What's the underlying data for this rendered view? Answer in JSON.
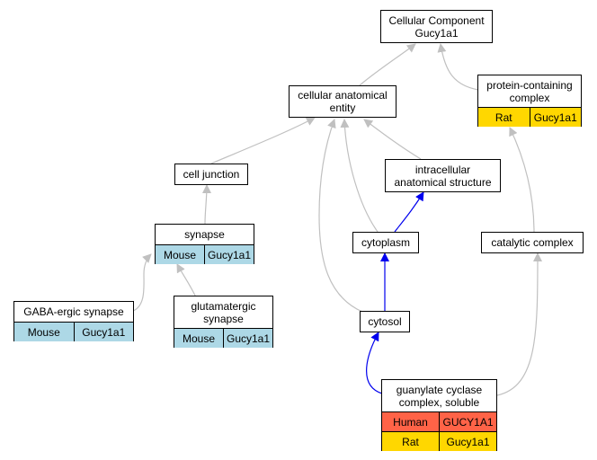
{
  "colors": {
    "gray_edge": "#c0c0c0",
    "blue_edge": "#0000ee",
    "mouse": "#add8e6",
    "rat": "#ffd700",
    "human": "#ff6347"
  },
  "nodes": {
    "cellular_component": {
      "label": "Cellular Component\nGucy1a1"
    },
    "cellular_anatomical_entity": {
      "label": "cellular anatomical\nentity"
    },
    "protein_containing_complex": {
      "label": "protein-containing\ncomplex",
      "rows": [
        {
          "species": "Rat",
          "gene": "Gucy1a1",
          "color": "#ffd700"
        }
      ]
    },
    "cell_junction": {
      "label": "cell junction"
    },
    "intracellular_anatomical_structure": {
      "label": "intracellular\nanatomical structure"
    },
    "synapse": {
      "label": "synapse",
      "rows": [
        {
          "species": "Mouse",
          "gene": "Gucy1a1",
          "color": "#add8e6"
        }
      ]
    },
    "cytoplasm": {
      "label": "cytoplasm"
    },
    "catalytic_complex": {
      "label": "catalytic complex"
    },
    "gaba_ergic_synapse": {
      "label": "GABA-ergic synapse",
      "rows": [
        {
          "species": "Mouse",
          "gene": "Gucy1a1",
          "color": "#add8e6"
        }
      ]
    },
    "glutamatergic_synapse": {
      "label": "glutamatergic\nsynapse",
      "rows": [
        {
          "species": "Mouse",
          "gene": "Gucy1a1",
          "color": "#add8e6"
        }
      ]
    },
    "cytosol": {
      "label": "cytosol"
    },
    "guanylate_cyclase_complex": {
      "label": "guanylate cyclase\ncomplex, soluble",
      "rows": [
        {
          "species": "Human",
          "gene": "GUCY1A1",
          "color": "#ff6347"
        },
        {
          "species": "Rat",
          "gene": "Gucy1a1",
          "color": "#ffd700"
        }
      ]
    }
  }
}
